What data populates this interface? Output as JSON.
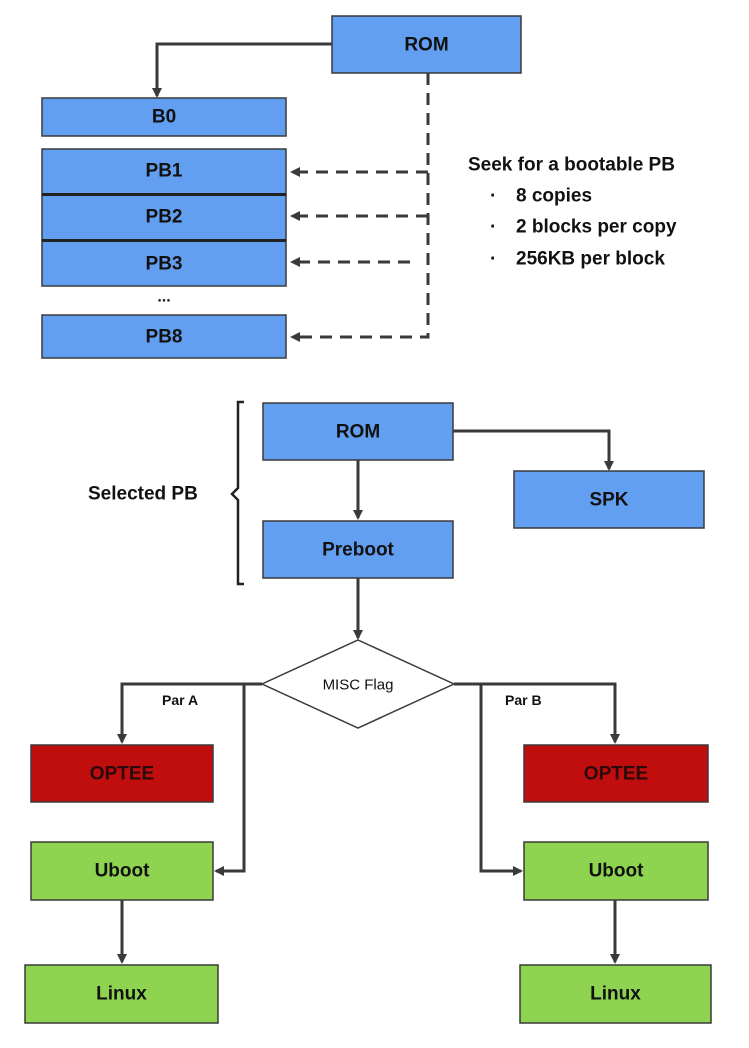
{
  "top": {
    "rom": "ROM",
    "b0": "B0",
    "pb1": "PB1",
    "pb2": "PB2",
    "pb3": "PB3",
    "ellipsis": "...",
    "pb8": "PB8"
  },
  "seek": {
    "title": "Seek for a bootable PB",
    "items": [
      "8 copies",
      "2 blocks per copy",
      "256KB per block"
    ],
    "bullet": "·"
  },
  "selected": {
    "label": "Selected PB",
    "rom": "ROM",
    "preboot": "Preboot",
    "spk": "SPK"
  },
  "flag": {
    "label": "MISC Flag",
    "par_a": "Par A",
    "par_b": "Par B"
  },
  "left": {
    "optee": "OPTEE",
    "uboot": "Uboot",
    "linux": "Linux"
  },
  "right": {
    "optee": "OPTEE",
    "uboot": "Uboot",
    "linux": "Linux"
  },
  "colors": {
    "blue": "#639ff0",
    "red": "#c00d0d",
    "green": "#8fd451",
    "line": "#3a3a3a"
  }
}
